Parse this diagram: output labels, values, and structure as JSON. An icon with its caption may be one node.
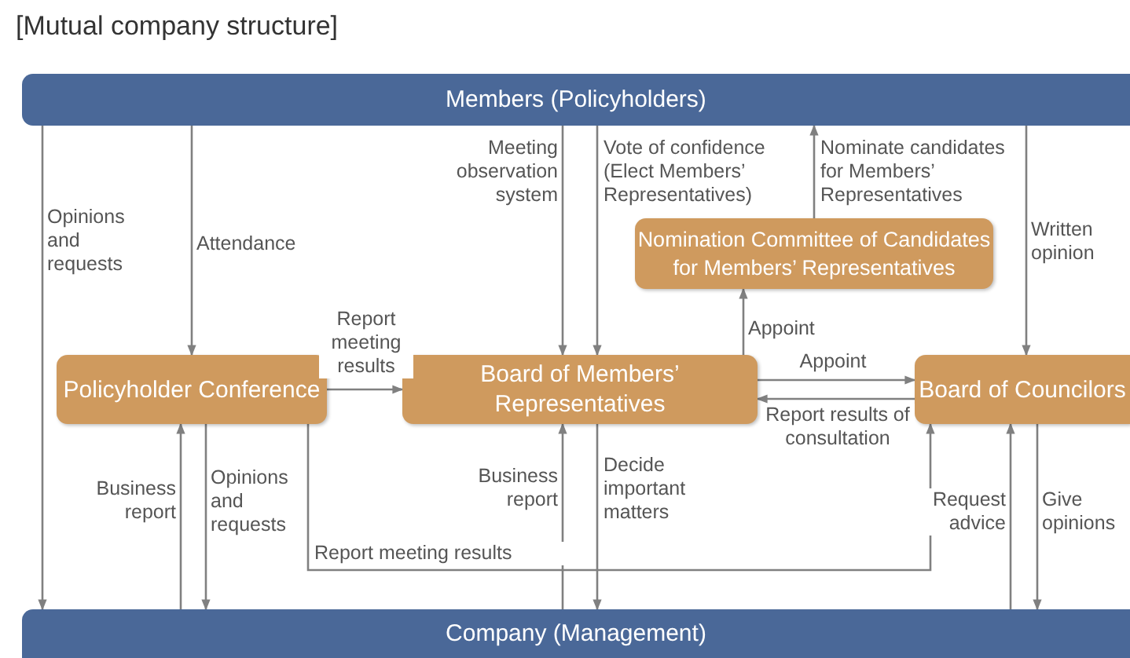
{
  "diagram": {
    "title": "[Mutual company structure]",
    "nodes": [
      {
        "text": [
          "Members (Policyholders)"
        ]
      },
      {
        "text": [
          "Nomination Committee of Candidates for Members’ Representatives"
        ]
      },
      {
        "text": [
          "Policyholder Conference"
        ]
      },
      {
        "text": [
          "Board of Members’ Representatives"
        ]
      },
      {
        "text": [
          "Board of Councilors"
        ]
      },
      {
        "text": [
          "Company (Management)"
        ]
      }
    ],
    "edges": [
      {
        "from": 0,
        "to": 5,
        "arrow": "to",
        "label": "Opinions and requests"
      },
      {
        "from": 0,
        "to": 2,
        "arrow": "to",
        "label": "Attendance"
      },
      {
        "from": 0,
        "to": 3,
        "arrow": "to",
        "label": "Meeting observation system"
      },
      {
        "from": 0,
        "to": 3,
        "arrow": "to",
        "label": "Vote of confidence (Elect Members’ Representatives)"
      },
      {
        "from": 1,
        "to": 0,
        "arrow": "to",
        "label": "Nominate candidates for Members’ Representatives"
      },
      {
        "from": 0,
        "to": 4,
        "arrow": "to",
        "label": "Written opinion"
      },
      {
        "from": 2,
        "to": 3,
        "arrow": "to",
        "label": "Report meeting results"
      },
      {
        "from": 3,
        "to": 1,
        "arrow": "to",
        "label": "Appoint"
      },
      {
        "from": 3,
        "to": 4,
        "arrow": "to",
        "label": "Appoint"
      },
      {
        "from": 4,
        "to": 3,
        "arrow": "to",
        "label": "Report results of consultation"
      },
      {
        "from": 5,
        "to": 2,
        "arrow": "to",
        "label": "Business report"
      },
      {
        "from": 2,
        "to": 5,
        "arrow": "to",
        "label": "Opinions and requests"
      },
      {
        "from": 2,
        "to": 4,
        "arrow": "to",
        "label": "Report meeting results"
      },
      {
        "from": 5,
        "to": 3,
        "arrow": "to",
        "label": "Business report"
      },
      {
        "from": 3,
        "to": 5,
        "arrow": "to",
        "label": "Decide important matters"
      },
      {
        "from": 5,
        "to": 4,
        "arrow": "to",
        "label": "Request advice"
      },
      {
        "from": 4,
        "to": 5,
        "arrow": "to",
        "label": "Give opinions"
      }
    ]
  }
}
